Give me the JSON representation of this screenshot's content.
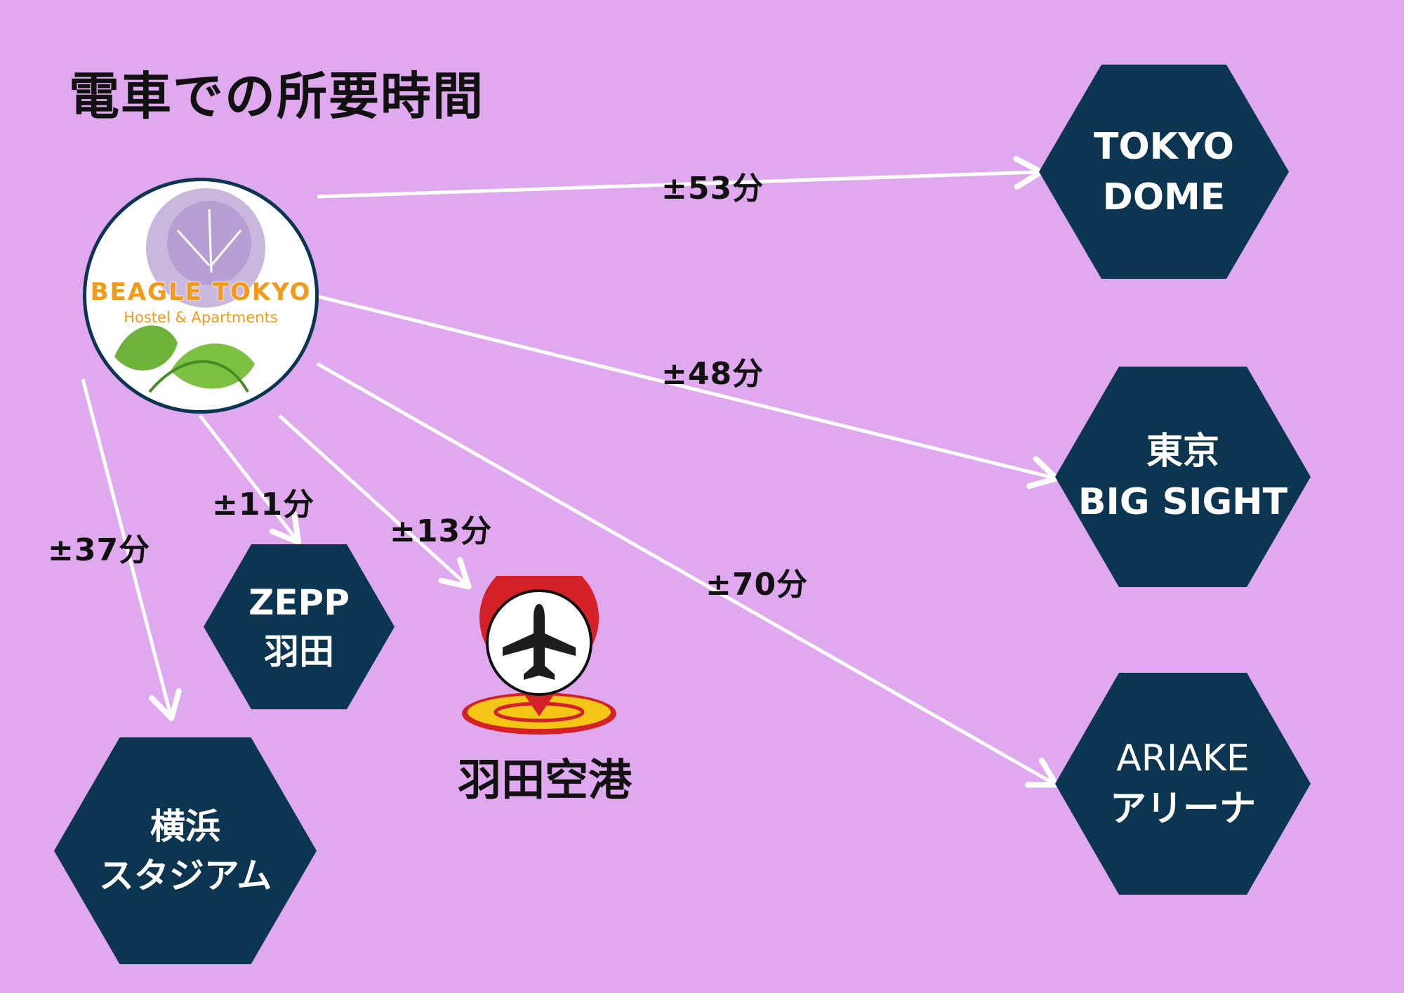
{
  "title": "電車での所要時間",
  "origin": {
    "name": "BEAGLE TOKYO",
    "subtitle": "Hostel & Apartments"
  },
  "destinations": [
    {
      "id": "tokyo-dome",
      "lines": [
        "TOKYO",
        "DOME"
      ],
      "time": "±53分"
    },
    {
      "id": "big-sight",
      "lines": [
        "東京",
        "BIG SIGHT"
      ],
      "time": "±48分"
    },
    {
      "id": "ariake-arena",
      "lines": [
        "ARIAKE",
        "アリーナ"
      ],
      "time": "±70分"
    },
    {
      "id": "zepp-haneda",
      "lines": [
        "ZEPP",
        "羽田"
      ],
      "time": "±11分"
    },
    {
      "id": "yokohama-stadium",
      "lines": [
        "横浜",
        "スタジアム"
      ],
      "time": "±37分"
    },
    {
      "id": "haneda-airport",
      "lines": [
        "羽田空港"
      ],
      "time": "±13分"
    }
  ],
  "icons": {
    "airport": "airplane-pin-icon",
    "logo": "morning-glory-logo-icon"
  },
  "colors": {
    "background": "#e0a8ee",
    "hexagon": "#0b3550",
    "hexagon_text": "#ffffff",
    "arrow": "#ffffff",
    "logo_text": "#f29a1a",
    "pin_red": "#d42027",
    "pin_gold": "#f5c518"
  }
}
